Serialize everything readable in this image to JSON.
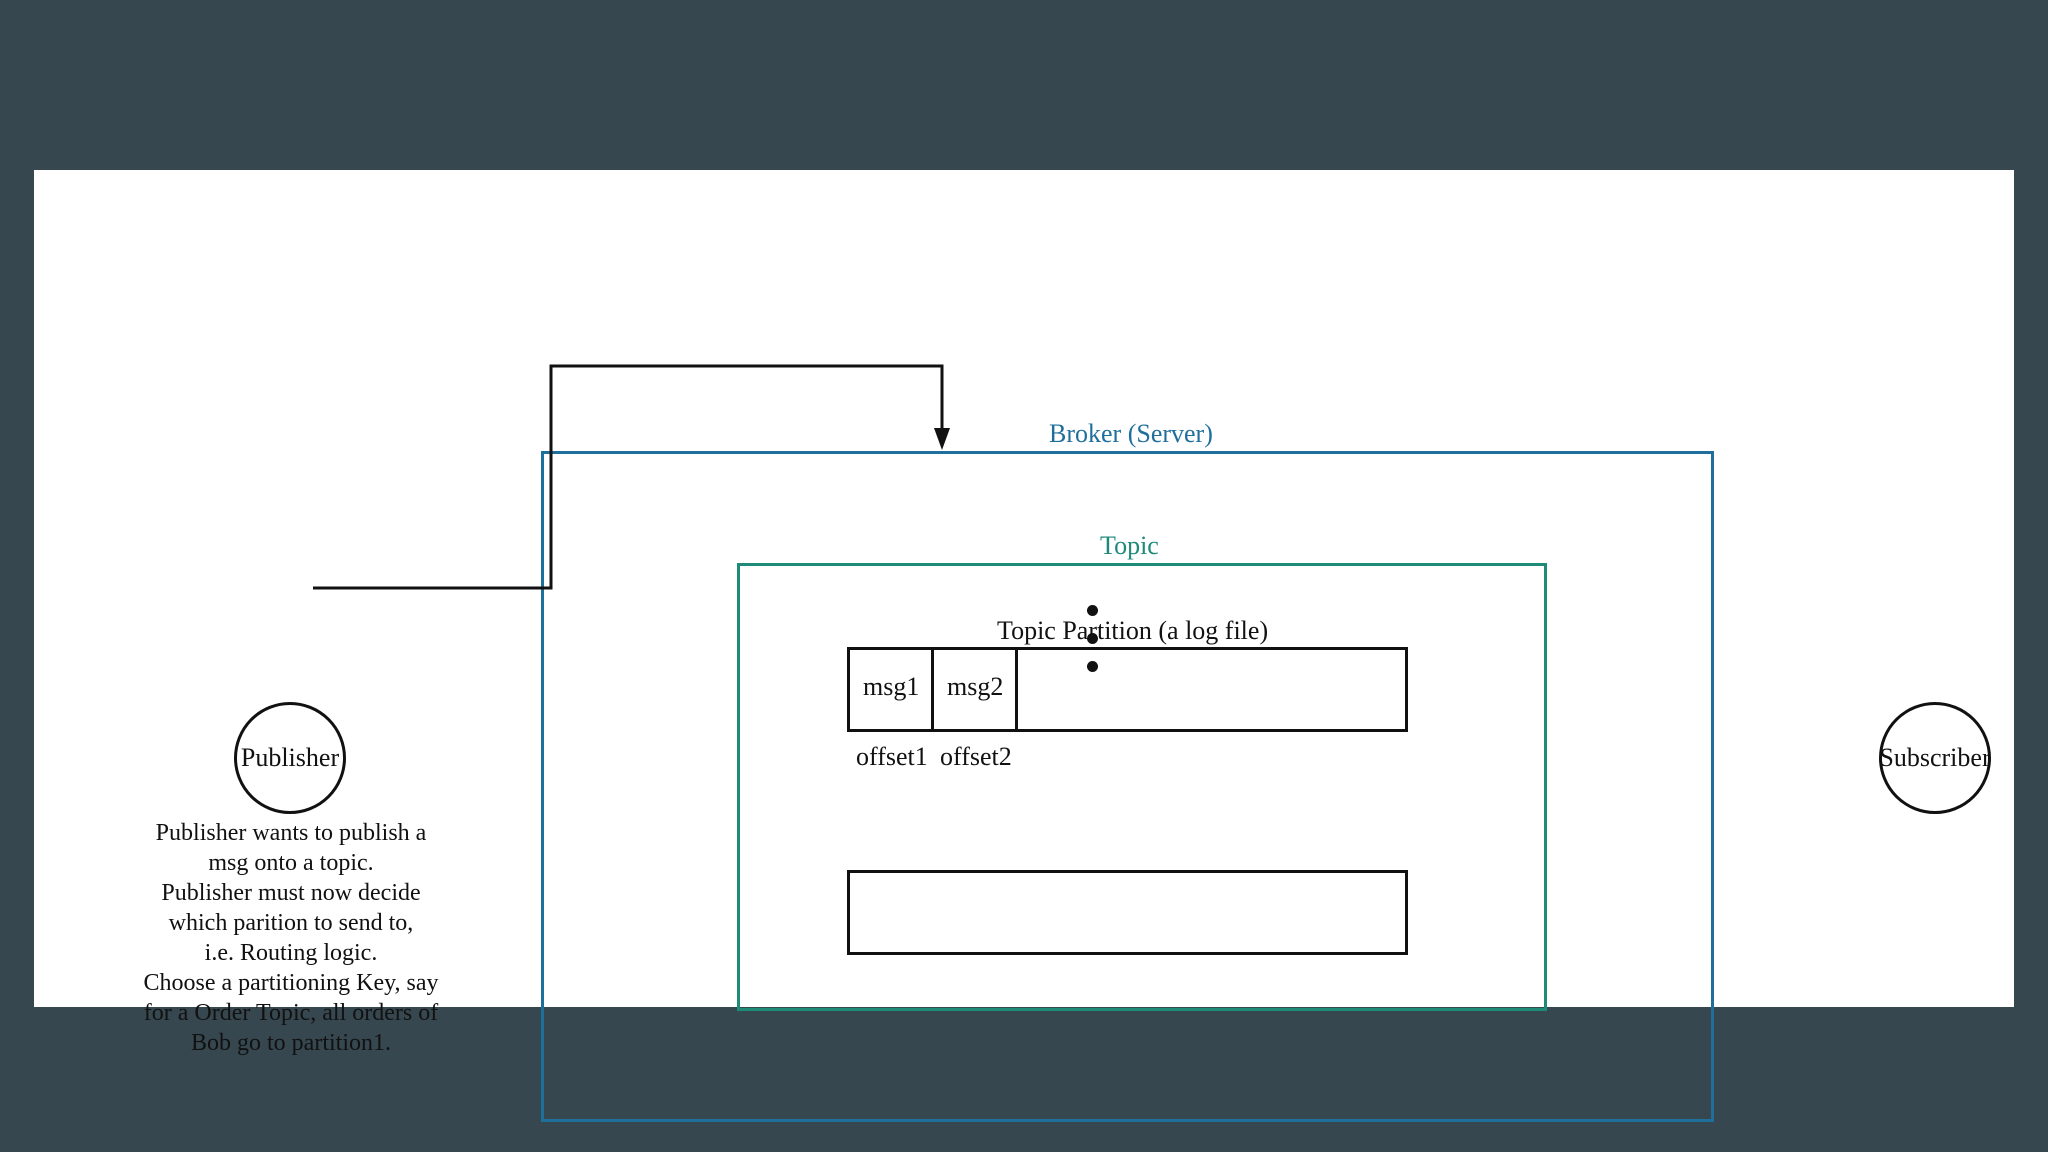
{
  "broker": {
    "label": "Broker (Server)"
  },
  "topic": {
    "label": "Topic"
  },
  "partition": {
    "label": "Topic Partition (a log file)",
    "messages": [
      "msg1",
      "msg2"
    ],
    "offsets": [
      "offset1",
      "offset2"
    ]
  },
  "publisher": {
    "label": "Publisher",
    "note_lines": [
      "Publisher wants to publish a",
      "msg onto a topic.",
      "Publisher must now decide",
      "which parition to send to,",
      "i.e. Routing logic.",
      "Choose a partitioning Key,  say",
      "for a Order Topic, all orders of",
      "Bob go to partition1."
    ]
  },
  "subscriber": {
    "label": "Subscriber"
  },
  "colors": {
    "background": "#37474f",
    "broker_border": "#1f6f9c",
    "topic_border": "#1e8a78"
  }
}
